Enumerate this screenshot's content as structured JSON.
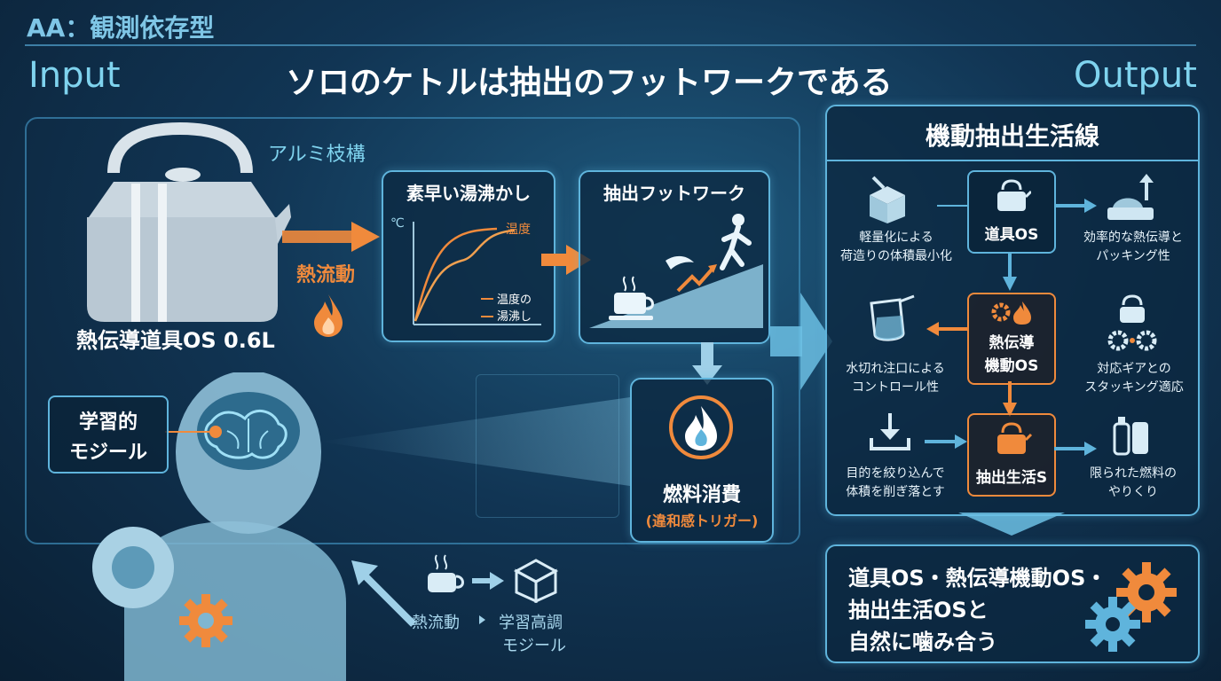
{
  "brand": "AA：観測依存型",
  "input_label": "Input",
  "output_label": "Output",
  "main_title": "ソロのケトルは抽出のフットワークである",
  "left": {
    "kettle_label": "熱伝導道具OS 0.6L",
    "alum_label": "アルミ枝構",
    "heat_flow": "熱流動",
    "learning_box_1": "学習的",
    "learning_box_2": "モジール"
  },
  "boil_panel": {
    "title": "素早い湯沸かし",
    "celsius": "℃",
    "temp_label": "温度",
    "legend_1": "温度の",
    "legend_2": "湯沸し"
  },
  "footwork_panel": {
    "title": "抽出フットワーク"
  },
  "fuel_panel": {
    "title": "燃料消費",
    "subtitle": "(違和感トリガー)"
  },
  "bottom_center": {
    "heat_flow": "熱流動",
    "module_1": "学習高調",
    "module_2": "モジール"
  },
  "mobility_panel": {
    "title": "機動抽出生活線",
    "items": {
      "lightweight_1": "軽量化による",
      "lightweight_2": "荷造りの体積最小化",
      "tool_os": "道具OS",
      "efficient_1": "効率的な熱伝導と",
      "efficient_2": "パッキング性",
      "spout_1": "水切れ注口による",
      "spout_2": "コントロール性",
      "thermal_os_1": "熱伝導",
      "thermal_os_2": "機動OS",
      "gear_1": "対応ギアとの",
      "gear_2": "スタッキング適応",
      "purpose_1": "目的を絞り込んで",
      "purpose_2": "体積を削ぎ落とす",
      "life_s": "抽出生活S",
      "fuel_1": "限られた燃料の",
      "fuel_2": "やりくり"
    }
  },
  "summary": {
    "line_1": "道具OS・熱伝導機動OS・",
    "line_2": "抽出生活OSと",
    "line_3": "自然に噛み合う"
  },
  "colors": {
    "accent_cyan": "#5fb4dc",
    "accent_orange": "#f08a3c",
    "bg_dark": "#0a1f33"
  }
}
